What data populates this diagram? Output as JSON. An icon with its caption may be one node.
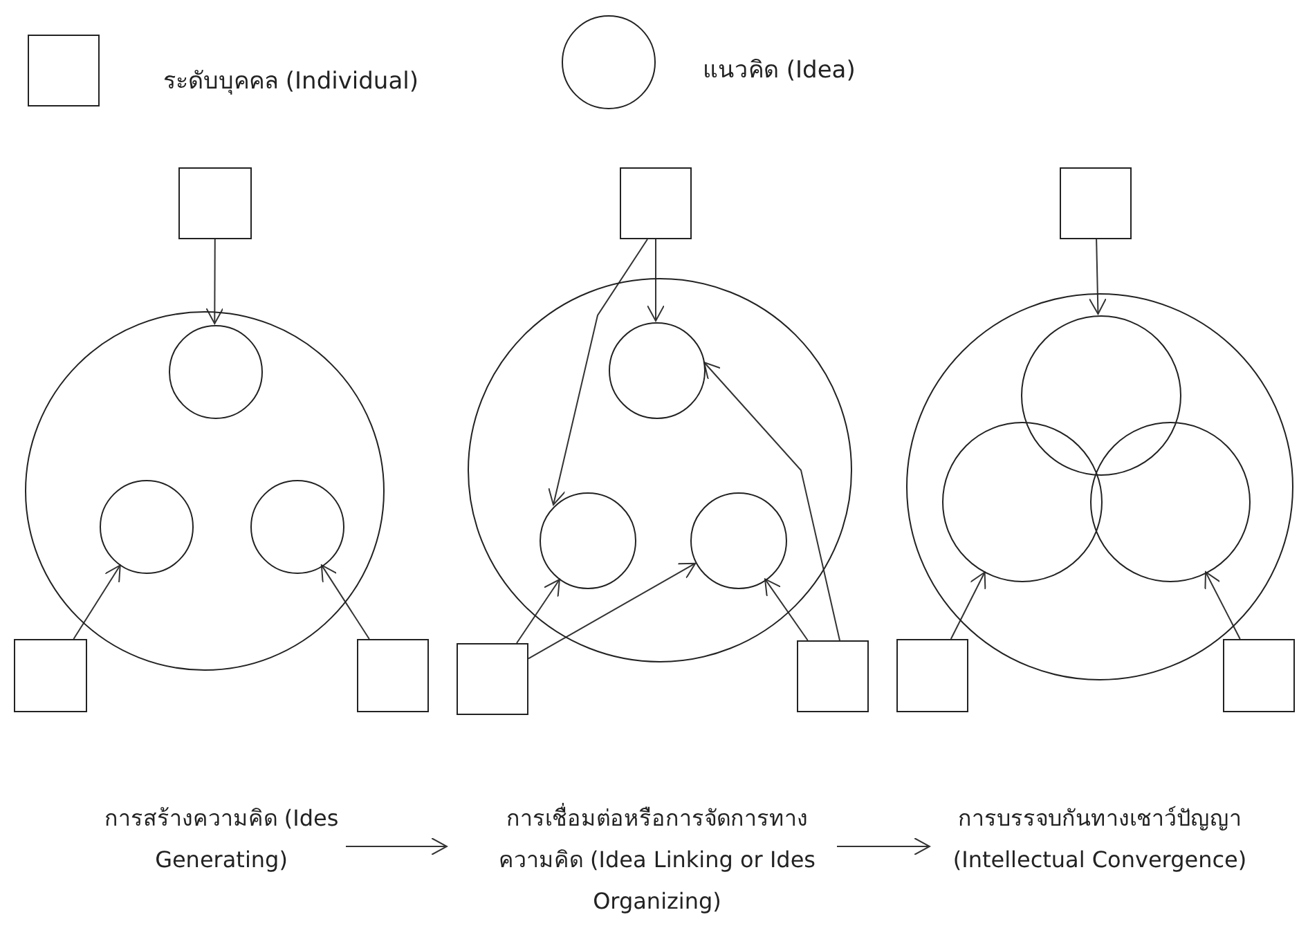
{
  "diagram": {
    "nodes": [
      {
        "text": [],
        "shape": "box"
      },
      {
        "text": [],
        "shape": "circle"
      },
      {
        "text": [],
        "shape": "circle",
        "in": 1
      },
      {
        "text": [],
        "shape": "circle",
        "in": 1
      },
      {
        "text": [],
        "shape": "circle",
        "in": 1
      },
      {
        "text": [],
        "shape": "box"
      },
      {
        "text": [],
        "shape": "box"
      },
      {
        "text": [],
        "shape": "box"
      },
      {
        "text": [],
        "shape": "circle"
      },
      {
        "text": [],
        "shape": "circle",
        "in": 8
      },
      {
        "text": [],
        "shape": "circle",
        "in": 8
      },
      {
        "text": [],
        "shape": "circle",
        "in": 8
      },
      {
        "text": [],
        "shape": "box"
      },
      {
        "text": [],
        "shape": "box"
      },
      {
        "text": [],
        "shape": "box"
      },
      {
        "text": [],
        "shape": "circle"
      },
      {
        "text": [],
        "shape": "circle",
        "in": 15
      },
      {
        "text": [],
        "shape": "circle",
        "in": 15
      },
      {
        "text": [],
        "shape": "circle",
        "in": 15
      },
      {
        "text": [],
        "shape": "box"
      },
      {
        "text": [],
        "shape": "box"
      },
      {
        "text": [
          "การสร้างความคิด (Ides Generating)"
        ]
      },
      {
        "text": [
          "การเชื่อมต่อหรือการจัดการทางความคิด (Idea Linking or Ides Organizing)"
        ]
      },
      {
        "text": [
          "การบรรจบกันทางเชาว์ปัญญา (Intellectual Convergence)"
        ]
      }
    ],
    "edges": [
      {
        "from": 0,
        "to": 2,
        "arrow": "to"
      },
      {
        "from": 5,
        "to": 3,
        "arrow": "to"
      },
      {
        "from": 6,
        "to": 4,
        "arrow": "to"
      },
      {
        "from": 7,
        "to": 9,
        "arrow": "to"
      },
      {
        "from": 7,
        "to": 10,
        "arrow": "to"
      },
      {
        "from": 12,
        "to": 10,
        "arrow": "to"
      },
      {
        "from": 12,
        "to": 11,
        "arrow": "to"
      },
      {
        "from": 13,
        "to": 11,
        "arrow": "to"
      },
      {
        "from": 13,
        "to": 9,
        "arrow": "to"
      },
      {
        "from": 14,
        "to": 16,
        "arrow": "to"
      },
      {
        "from": 19,
        "to": 17,
        "arrow": "to"
      },
      {
        "from": 20,
        "to": 18,
        "arrow": "to"
      },
      {
        "from": 21,
        "to": 22,
        "arrow": "to"
      },
      {
        "from": 22,
        "to": 23,
        "arrow": "to"
      }
    ],
    "legend": [
      {
        "text": "ระดับบุคคล (Individual)"
      },
      {
        "text": "แนวคิด (Idea)"
      }
    ]
  }
}
